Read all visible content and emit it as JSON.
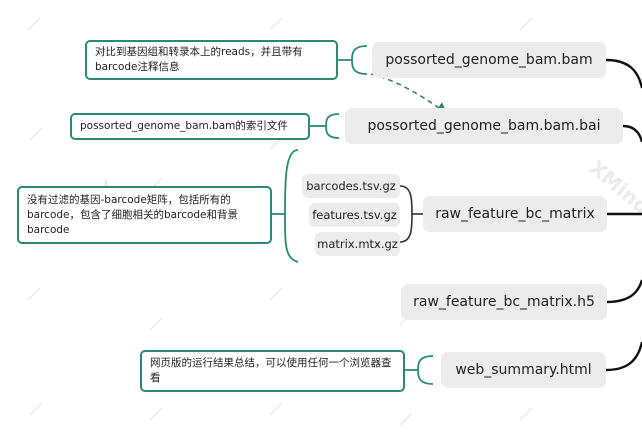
{
  "nodes": [
    {
      "id": "bam",
      "label": "possorted_genome_bam.bam"
    },
    {
      "id": "bai",
      "label": "possorted_genome_bam.bam.bai"
    },
    {
      "id": "raw",
      "label": "raw_feature_bc_matrix"
    },
    {
      "id": "h5",
      "label": "raw_feature_bc_matrix.h5"
    },
    {
      "id": "web",
      "label": "web_summary.html"
    }
  ],
  "sub_files": [
    {
      "label": "barcodes.tsv.gz"
    },
    {
      "label": "features.tsv.gz"
    },
    {
      "label": "matrix.mtx.gz"
    }
  ],
  "notes": {
    "bam": "对比到基因组和转录本上的reads，并且带有barcode注释信息",
    "bai": "possorted_genome_bam.bam的索引文件",
    "raw": "没有过滤的基因-barcode矩阵，包括所有的barcode，包含了细胞相关的barcode和背景barcode",
    "web": "网页版的运行结果总结，可以使用任何一个浏览器查看"
  },
  "watermark": "XMind",
  "colors": {
    "node_bg": "#ececec",
    "note_border": "#2b8a74",
    "connector": "#111111",
    "bracket": "#2b8a74",
    "bracket_sub": "#333333",
    "dashed_arrow": "#2b8a74"
  }
}
